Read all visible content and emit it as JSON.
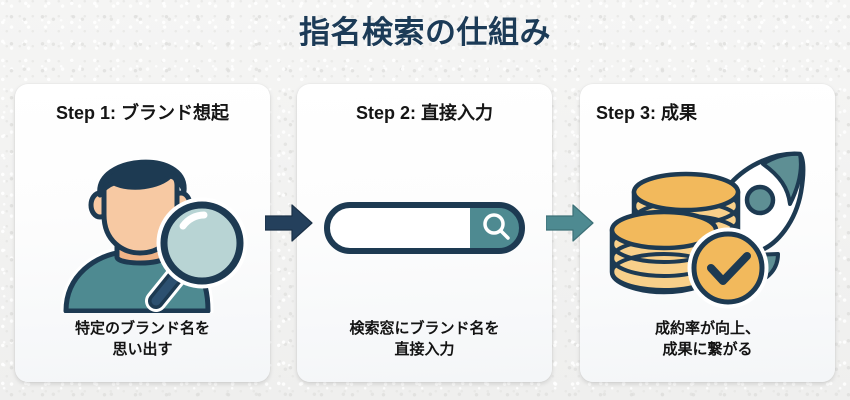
{
  "page": {
    "title": "指名検索の仕組み",
    "background_color": "#f3f3f2",
    "title_color": "#1c3b57"
  },
  "palette": {
    "navy": "#1d3a52",
    "teal": "#4e8a91",
    "teal_light": "#b8d4d4",
    "gold": "#f2b95c",
    "gold_light": "#f8d08a",
    "skin": "#f7c9a3",
    "orange": "#ef8f4a",
    "white": "#ffffff",
    "card_bg": "#ffffff"
  },
  "steps": [
    {
      "id": "step-1",
      "title": "Step 1: ブランド想起",
      "icon": "person-with-magnifier-icon",
      "caption": "特定のブランド名を\n思い出す"
    },
    {
      "id": "step-2",
      "title": "Step 2: 直接入力",
      "icon": "search-bar-icon",
      "caption": "検索窓にブランド名を\n直接入力"
    },
    {
      "id": "step-3",
      "title": "Step 3: 成果",
      "icon": "coins-rocket-check-icon",
      "caption": "成約率が向上、\n成果に繋がる"
    }
  ],
  "arrows": [
    {
      "id": "arrow-1",
      "name": "arrow-right-icon",
      "color": "#24405c"
    },
    {
      "id": "arrow-2",
      "name": "arrow-right-icon",
      "color": "#4e8a91"
    }
  ]
}
